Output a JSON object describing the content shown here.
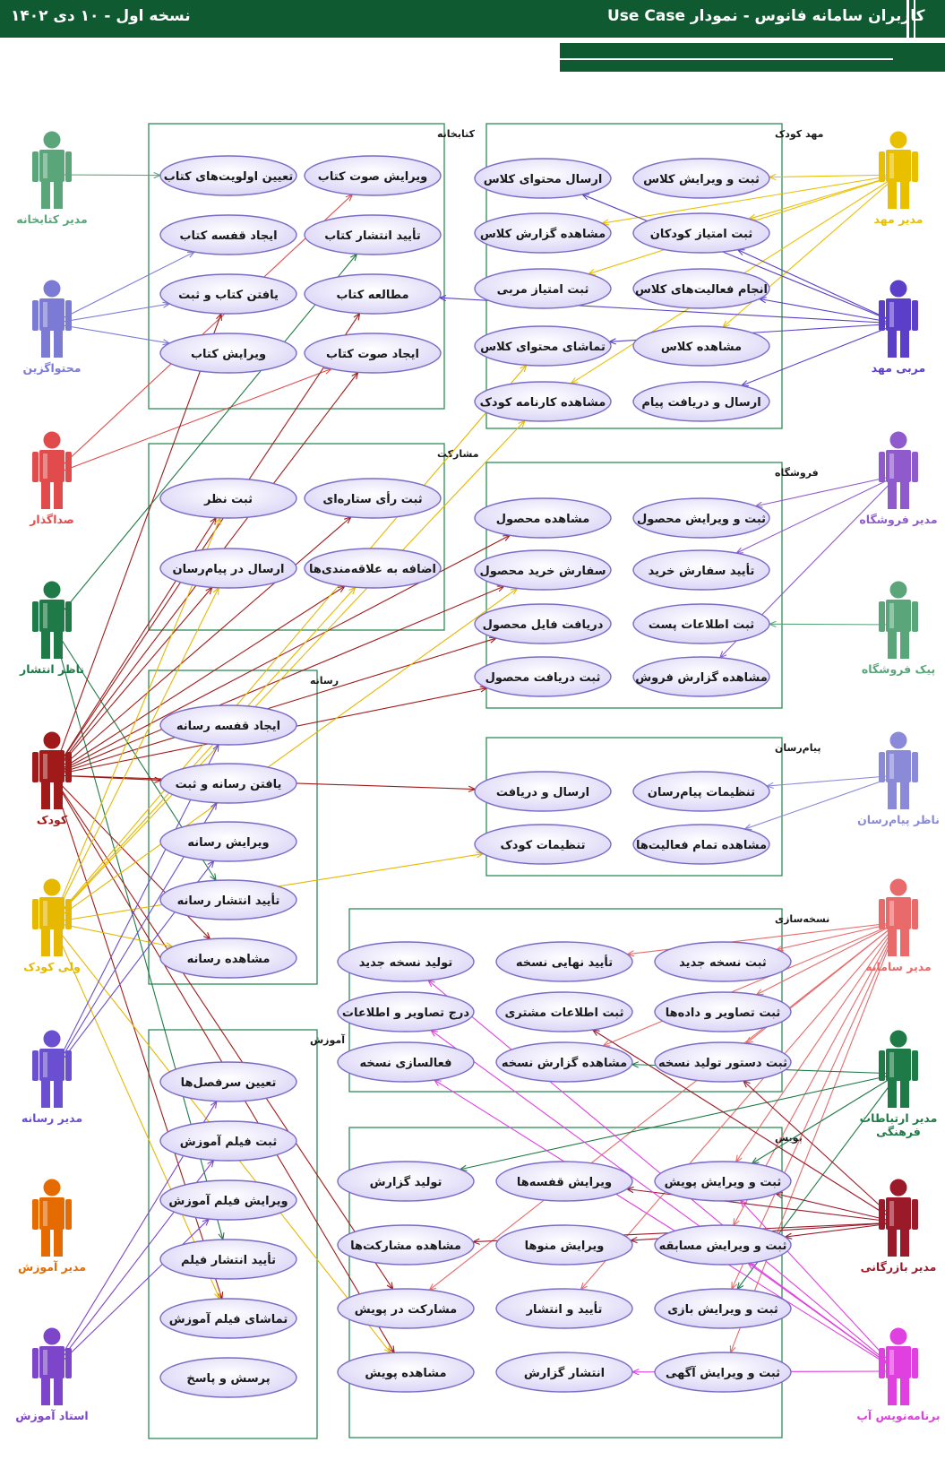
{
  "header": {
    "title": "کاربران سامانه فانوس - نمودار Use Case",
    "version": "نسخه اول - ۱۰ دی ۱۴۰۲"
  },
  "colors": {
    "header_bg": "#0f5a30",
    "boundary": "#2e8b57",
    "usecase_fill": "#e8e4fa",
    "usecase_stroke": "#7a6bc4"
  },
  "packages": [
    {
      "id": "library",
      "label": "کتابخانه"
    },
    {
      "id": "kindergarten",
      "label": "مهد کودک"
    },
    {
      "id": "participation",
      "label": "مشارکت"
    },
    {
      "id": "shop",
      "label": "فروشگاه"
    },
    {
      "id": "media",
      "label": "رسانه"
    },
    {
      "id": "messenger",
      "label": "پیام‌رسان"
    },
    {
      "id": "versioning",
      "label": "نسخه‌سازی"
    },
    {
      "id": "education",
      "label": "آموزش"
    },
    {
      "id": "campaign",
      "label": "پویش"
    }
  ],
  "actors": [
    {
      "id": "lib_manager",
      "label": "مدیر کتابخانه",
      "color": "#5aa67a"
    },
    {
      "id": "curator",
      "label": "محتواگزین",
      "color": "#7b7bd6"
    },
    {
      "id": "dubber",
      "label": "صداگذار",
      "color": "#e24b4b"
    },
    {
      "id": "pub_supervisor",
      "label": "ناظر انتشار",
      "color": "#1e7a46"
    },
    {
      "id": "child",
      "label": "کودک",
      "color": "#a11a1a"
    },
    {
      "id": "parent",
      "label": "ولی کودک",
      "color": "#e6b800"
    },
    {
      "id": "media_manager",
      "label": "مدیر رسانه",
      "color": "#6a4fd0"
    },
    {
      "id": "edu_manager",
      "label": "مدیر آموزش",
      "color": "#e56b00"
    },
    {
      "id": "edu_teacher",
      "label": "استاد آموزش",
      "color": "#7d45c9"
    },
    {
      "id": "kg_manager",
      "label": "مدیر مهد",
      "color": "#e8c000"
    },
    {
      "id": "kg_teacher",
      "label": "مربی مهد",
      "color": "#5b3fc8"
    },
    {
      "id": "shop_manager",
      "label": "مدیر فروشگاه",
      "color": "#8f5acb"
    },
    {
      "id": "shop_courier",
      "label": "پیک فروشگاه",
      "color": "#5aa67a"
    },
    {
      "id": "msg_supervisor",
      "label": "ناظر پیام‌رسان",
      "color": "#8a8ad8"
    },
    {
      "id": "sys_manager",
      "label": "مدیر سامانه",
      "color": "#e86a6a"
    },
    {
      "id": "comm_manager",
      "label": "مدیر ارتباطات فرهنگی",
      "color": "#1e7a46"
    },
    {
      "id": "biz_manager",
      "label": "مدیر بازرگانی",
      "color": "#9a1a2a"
    },
    {
      "id": "app_dev",
      "label": "برنامه‌نویس آپ",
      "color": "#e040e0"
    }
  ],
  "usecases": [
    {
      "id": "lib_voice_edit",
      "label": "ویرایش صوت کتاب"
    },
    {
      "id": "lib_priority",
      "label": "تعیین اولویت‌های کتاب"
    },
    {
      "id": "lib_pub_approve",
      "label": "تأیید انتشار کتاب"
    },
    {
      "id": "lib_shelf",
      "label": "ایجاد قفسه کتاب"
    },
    {
      "id": "lib_read",
      "label": "مطالعه کتاب"
    },
    {
      "id": "lib_find",
      "label": "یافتن کتاب و ثبت"
    },
    {
      "id": "lib_voice_create",
      "label": "ایجاد صوت کتاب"
    },
    {
      "id": "lib_edit",
      "label": "ویرایش کتاب"
    },
    {
      "id": "kg_class_edit",
      "label": "ثبت و ویرایش کلاس"
    },
    {
      "id": "kg_send_content",
      "label": "ارسال محتوای کلاس"
    },
    {
      "id": "kg_child_score",
      "label": "ثبت امتیاز کودکان"
    },
    {
      "id": "kg_report",
      "label": "مشاهده گزارش کلاس"
    },
    {
      "id": "kg_activities",
      "label": "انجام فعالیت‌های کلاس"
    },
    {
      "id": "kg_teacher_score",
      "label": "ثبت امتیاز مربی"
    },
    {
      "id": "kg_view_class",
      "label": "مشاهده کلاس"
    },
    {
      "id": "kg_watch_content",
      "label": "تماشای محتوای کلاس"
    },
    {
      "id": "kg_message",
      "label": "ارسال و دریافت پیام"
    },
    {
      "id": "kg_transcript",
      "label": "مشاهده کارنامه کودک"
    },
    {
      "id": "pa_rate",
      "label": "ثبت رأی ستاره‌ای"
    },
    {
      "id": "pa_comment",
      "label": "ثبت نظر"
    },
    {
      "id": "pa_favorite",
      "label": "اضافه به علاقه‌مندی‌ها"
    },
    {
      "id": "pa_send_msg",
      "label": "ارسال در پیام‌رسان"
    },
    {
      "id": "sh_product_edit",
      "label": "ثبت و ویرایش محصول"
    },
    {
      "id": "sh_product_view",
      "label": "مشاهده محصول"
    },
    {
      "id": "sh_order_approve",
      "label": "تأیید سفارش خرید"
    },
    {
      "id": "sh_order",
      "label": "سفارش خرید محصول"
    },
    {
      "id": "sh_post",
      "label": "ثبت اطلاعات پست"
    },
    {
      "id": "sh_file",
      "label": "دریافت فایل محصول"
    },
    {
      "id": "sh_sales_report",
      "label": "مشاهده گزارش فروش"
    },
    {
      "id": "sh_receive",
      "label": "ثبت دریافت محصول"
    },
    {
      "id": "md_shelf",
      "label": "ایجاد قفسه رسانه"
    },
    {
      "id": "md_find",
      "label": "یافتن رسانه و ثبت"
    },
    {
      "id": "md_edit",
      "label": "ویرایش رسانه"
    },
    {
      "id": "md_approve",
      "label": "تأیید انتشار رسانه"
    },
    {
      "id": "md_view",
      "label": "مشاهده رسانه"
    },
    {
      "id": "ms_settings",
      "label": "تنظیمات پیام‌رسان"
    },
    {
      "id": "ms_send",
      "label": "ارسال و دریافت"
    },
    {
      "id": "ms_all_activities",
      "label": "مشاهده تمام فعالیت‌ها"
    },
    {
      "id": "ms_child_settings",
      "label": "تنظیمات کودک"
    },
    {
      "id": "vs_new",
      "label": "ثبت نسخه جدید"
    },
    {
      "id": "vs_final",
      "label": "تأیید نهایی نسخه"
    },
    {
      "id": "vs_generate",
      "label": "تولید نسخه جدید"
    },
    {
      "id": "vs_images",
      "label": "ثبت تصاویر و داده‌ها"
    },
    {
      "id": "vs_customer",
      "label": "ثبت اطلاعات مشتری"
    },
    {
      "id": "vs_insert_images",
      "label": "درج تصاویر و اطلاعات"
    },
    {
      "id": "vs_order",
      "label": "ثبت دستور تولید نسخه"
    },
    {
      "id": "vs_report",
      "label": "مشاهده گزارش نسخه"
    },
    {
      "id": "vs_activate",
      "label": "فعالسازی نسخه"
    },
    {
      "id": "ed_schedule",
      "label": "تعیین سرفصل‌ها"
    },
    {
      "id": "ed_film",
      "label": "ثبت فیلم آموزش"
    },
    {
      "id": "ed_film_edit",
      "label": "ویرایش فیلم آموزش"
    },
    {
      "id": "ed_film_approve",
      "label": "تأیید انتشار فیلم"
    },
    {
      "id": "ed_watch",
      "label": "تماشای فیلم آموزش"
    },
    {
      "id": "ed_qa",
      "label": "پرسش و پاسخ"
    },
    {
      "id": "cp_edit",
      "label": "ثبت و ویرایش پویش"
    },
    {
      "id": "cp_stories",
      "label": "ویرایش قفسه‌ها"
    },
    {
      "id": "cp_report",
      "label": "تولید گزارش"
    },
    {
      "id": "cp_contest",
      "label": "ثبت و ویرایش مسابقه"
    },
    {
      "id": "cp_menus",
      "label": "ویرایش منوها"
    },
    {
      "id": "cp_participations",
      "label": "مشاهده مشارکت‌ها"
    },
    {
      "id": "cp_game",
      "label": "ثبت و ویرایش بازی"
    },
    {
      "id": "cp_approve",
      "label": "تأیید و انتشار"
    },
    {
      "id": "cp_join",
      "label": "مشارکت در پویش"
    },
    {
      "id": "cp_ad",
      "label": "ثبت و ویرایش آگهی"
    },
    {
      "id": "cp_publish_report",
      "label": "انتشار گزارش"
    },
    {
      "id": "cp_view",
      "label": "مشاهده پویش"
    }
  ],
  "associations": [
    [
      "lib_manager",
      "lib_priority"
    ],
    [
      "curator",
      "lib_shelf"
    ],
    [
      "curator",
      "lib_find"
    ],
    [
      "curator",
      "lib_edit"
    ],
    [
      "dubber",
      "lib_voice_edit"
    ],
    [
      "dubber",
      "lib_voice_create"
    ],
    [
      "pub_supervisor",
      "lib_pub_approve"
    ],
    [
      "pub_supervisor",
      "md_approve"
    ],
    [
      "pub_supervisor",
      "ed_film_approve"
    ],
    [
      "child",
      "lib_read"
    ],
    [
      "child",
      "lib_find"
    ],
    [
      "child",
      "lib_voice_create"
    ],
    [
      "child",
      "pa_comment"
    ],
    [
      "child",
      "pa_rate"
    ],
    [
      "child",
      "pa_send_msg"
    ],
    [
      "child",
      "pa_favorite"
    ],
    [
      "child",
      "sh_product_view"
    ],
    [
      "child",
      "sh_order"
    ],
    [
      "child",
      "sh_file"
    ],
    [
      "child",
      "sh_receive"
    ],
    [
      "child",
      "md_find"
    ],
    [
      "child",
      "md_view"
    ],
    [
      "child",
      "ms_send"
    ],
    [
      "child",
      "ed_watch"
    ],
    [
      "child",
      "cp_join"
    ],
    [
      "child",
      "cp_view"
    ],
    [
      "parent",
      "kg_watch_content"
    ],
    [
      "parent",
      "kg_transcript"
    ],
    [
      "parent",
      "pa_comment"
    ],
    [
      "parent",
      "pa_send_msg"
    ],
    [
      "parent",
      "pa_favorite"
    ],
    [
      "parent",
      "sh_order"
    ],
    [
      "parent",
      "md_view"
    ],
    [
      "parent",
      "ms_child_settings"
    ],
    [
      "parent",
      "ed_watch"
    ],
    [
      "parent",
      "cp_view"
    ],
    [
      "media_manager",
      "md_shelf"
    ],
    [
      "media_manager",
      "md_find"
    ],
    [
      "media_manager",
      "md_edit"
    ],
    [
      "edu_teacher",
      "ed_schedule"
    ],
    [
      "edu_teacher",
      "ed_film"
    ],
    [
      "edu_teacher",
      "ed_film_edit"
    ],
    [
      "kg_manager",
      "kg_class_edit"
    ],
    [
      "kg_manager",
      "kg_child_score"
    ],
    [
      "kg_manager",
      "kg_teacher_score"
    ],
    [
      "kg_manager",
      "kg_view_class"
    ],
    [
      "kg_manager",
      "kg_transcript"
    ],
    [
      "kg_manager",
      "kg_report"
    ],
    [
      "kg_teacher",
      "kg_activities"
    ],
    [
      "kg_teacher",
      "kg_message"
    ],
    [
      "kg_teacher",
      "kg_send_content"
    ],
    [
      "kg_teacher",
      "kg_child_score"
    ],
    [
      "kg_teacher",
      "kg_watch_content"
    ],
    [
      "kg_teacher",
      "lib_read"
    ],
    [
      "shop_manager",
      "sh_product_edit"
    ],
    [
      "shop_manager",
      "sh_order_approve"
    ],
    [
      "shop_manager",
      "sh_sales_report"
    ],
    [
      "shop_courier",
      "sh_post"
    ],
    [
      "msg_supervisor",
      "ms_settings"
    ],
    [
      "msg_supervisor",
      "ms_all_activities"
    ],
    [
      "sys_manager",
      "vs_new"
    ],
    [
      "sys_manager",
      "vs_images"
    ],
    [
      "sys_manager",
      "vs_order"
    ],
    [
      "sys_manager",
      "vs_report"
    ],
    [
      "sys_manager",
      "vs_final"
    ],
    [
      "sys_manager",
      "cp_edit"
    ],
    [
      "sys_manager",
      "cp_contest"
    ],
    [
      "sys_manager",
      "cp_game"
    ],
    [
      "sys_manager",
      "cp_ad"
    ],
    [
      "sys_manager",
      "cp_join"
    ],
    [
      "sys_manager",
      "cp_approve"
    ],
    [
      "comm_manager",
      "cp_report"
    ],
    [
      "comm_manager",
      "cp_edit"
    ],
    [
      "comm_manager",
      "cp_game"
    ],
    [
      "comm_manager",
      "vs_report"
    ],
    [
      "biz_manager",
      "vs_customer"
    ],
    [
      "biz_manager",
      "vs_order"
    ],
    [
      "biz_manager",
      "cp_edit"
    ],
    [
      "biz_manager",
      "cp_contest"
    ],
    [
      "biz_manager",
      "cp_stories"
    ],
    [
      "biz_manager",
      "cp_menus"
    ],
    [
      "biz_manager",
      "cp_participations"
    ],
    [
      "app_dev",
      "vs_generate"
    ],
    [
      "app_dev",
      "vs_insert_images"
    ],
    [
      "app_dev",
      "vs_activate"
    ],
    [
      "app_dev",
      "cp_edit"
    ],
    [
      "app_dev",
      "cp_contest"
    ],
    [
      "app_dev",
      "cp_publish_report"
    ]
  ]
}
